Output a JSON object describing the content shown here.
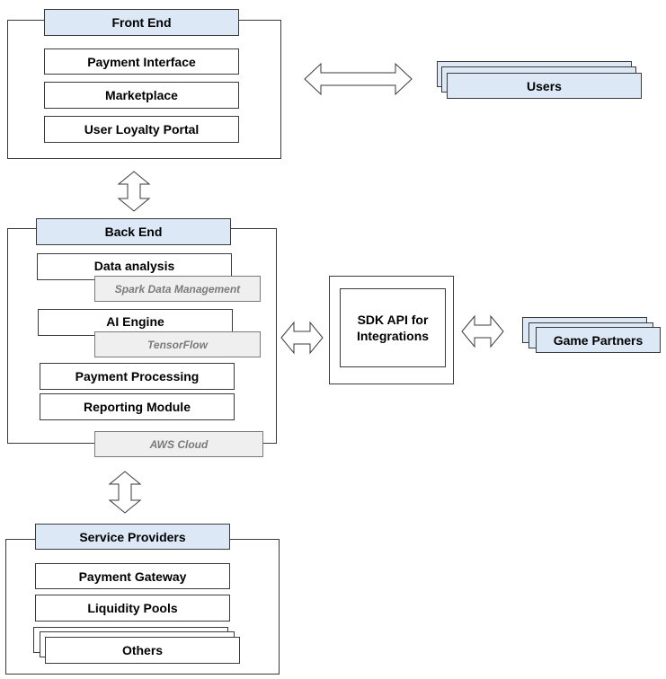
{
  "front_end": {
    "title": "Front End",
    "items": [
      "Payment Interface",
      "Marketplace",
      "User Loyalty Portal"
    ]
  },
  "users": {
    "label": "Users"
  },
  "back_end": {
    "title": "Back End",
    "data_analysis": "Data analysis",
    "data_analysis_tech": "Spark Data Management",
    "ai_engine": "AI Engine",
    "ai_engine_tech": "TensorFlow",
    "payment_processing": "Payment Processing",
    "reporting_module": "Reporting Module",
    "cloud": "AWS Cloud"
  },
  "sdk": {
    "line1": "SDK API for",
    "line2": "Integrations"
  },
  "game_partners": {
    "label": "Game Partners"
  },
  "service_providers": {
    "title": "Service Providers",
    "items": [
      "Payment Gateway",
      "Liquidity Pools",
      "Others"
    ]
  },
  "colors": {
    "header_fill": "#dce8f5",
    "tech_fill": "#efefef",
    "tech_text": "#7a7a7a",
    "border": "#3a3a3a"
  }
}
